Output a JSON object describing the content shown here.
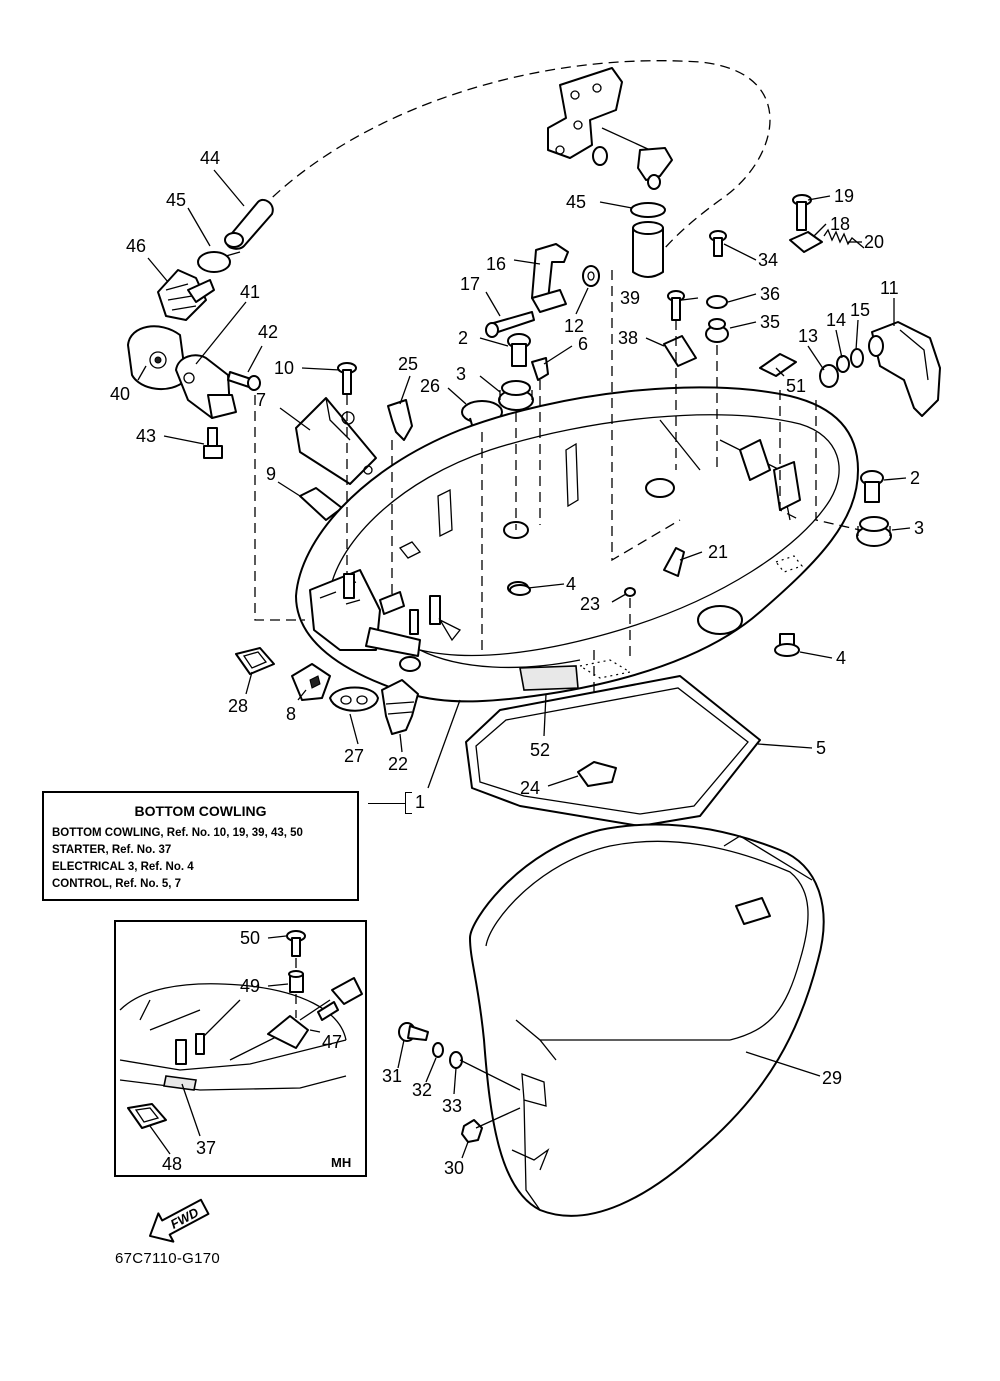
{
  "callouts": {
    "c1": "1",
    "c2": "2",
    "c3": "3",
    "c4": "4",
    "c5": "5",
    "c6": "6",
    "c7": "7",
    "c8": "8",
    "c9": "9",
    "c10": "10",
    "c11": "11",
    "c12": "12",
    "c13": "13",
    "c14": "14",
    "c15": "15",
    "c16": "16",
    "c17": "17",
    "c18": "18",
    "c19": "19",
    "c20": "20",
    "c21": "21",
    "c22": "22",
    "c23": "23",
    "c24": "24",
    "c25": "25",
    "c26": "26",
    "c27": "27",
    "c28": "28",
    "c29": "29",
    "c30": "30",
    "c31": "31",
    "c32": "32",
    "c33": "33",
    "c34": "34",
    "c35": "35",
    "c36": "36",
    "c37": "37",
    "c38": "38",
    "c39": "39",
    "c40": "40",
    "c41": "41",
    "c42": "42",
    "c43": "43",
    "c44": "44",
    "c45": "45",
    "c46": "46",
    "c47": "47",
    "c48": "48",
    "c49": "49",
    "c50": "50",
    "c51": "51",
    "c52": "52"
  },
  "legend": {
    "title": "BOTTOM COWLING",
    "lines": [
      "BOTTOM COWLING,  Ref. No. 10, 19, 39, 43, 50",
      "STARTER,  Ref. No. 37",
      "ELECTRICAL 3,  Ref. No. 4",
      "CONTROL,  Ref. No. 5, 7"
    ],
    "bracket_label": "1"
  },
  "inset": {
    "tag": "MH"
  },
  "fwd_label": "FWD",
  "diagram_code": "67C7110-G170"
}
